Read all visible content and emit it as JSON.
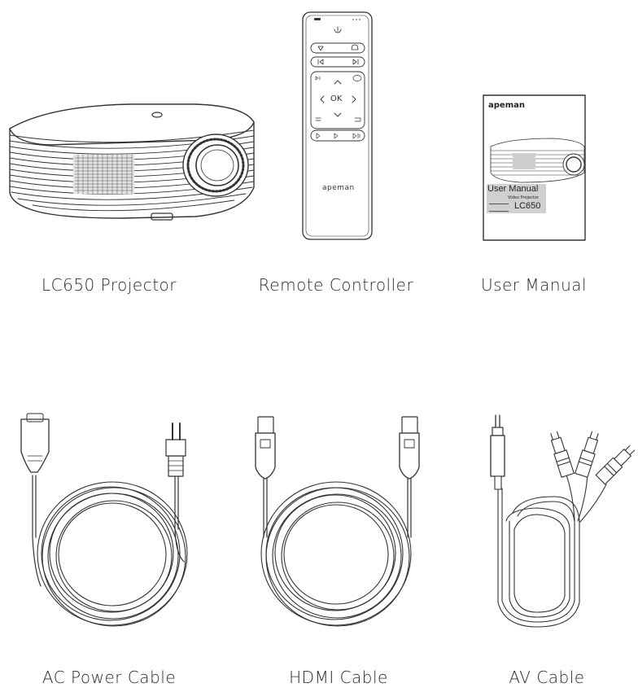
{
  "items": [
    {
      "label": "LC650 Projector"
    },
    {
      "label": "Remote Controller"
    },
    {
      "label": "User Manual"
    },
    {
      "label": "AC Power Cable"
    },
    {
      "label": "HDMI Cable"
    },
    {
      "label": "AV Cable"
    }
  ],
  "remote": {
    "brand": "apeman",
    "ok_label": "OK"
  },
  "manual": {
    "brand": "apeman",
    "title": "User Manual",
    "subtitle": "Video Projector",
    "model": "LC650"
  }
}
